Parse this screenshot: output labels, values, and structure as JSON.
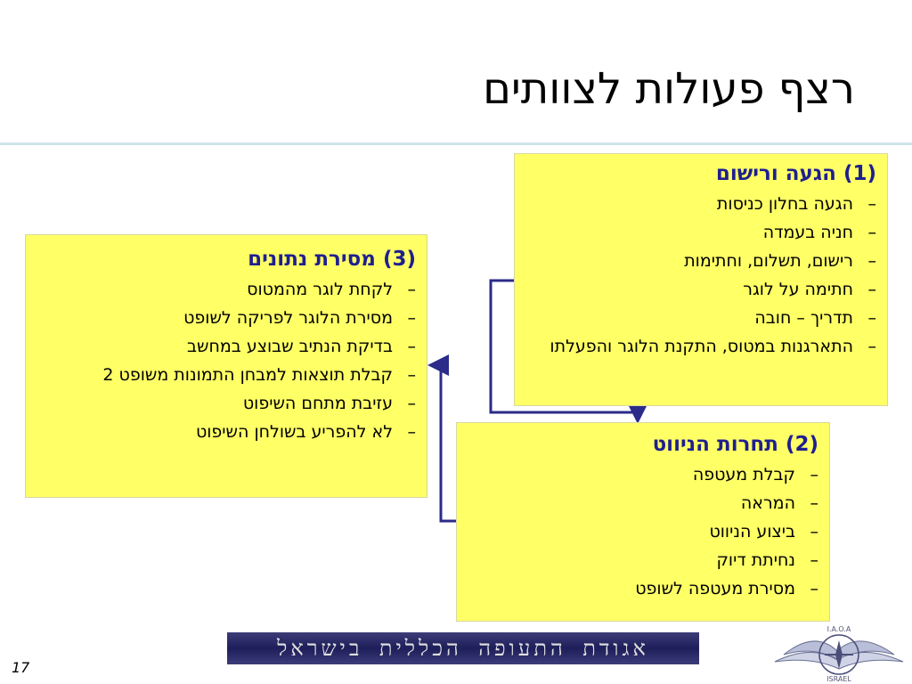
{
  "title": "רצף פעולות לצוותים",
  "box1": {
    "heading": "(1) הגעה ורישום",
    "items": [
      "הגעה בחלון כניסות",
      "חניה בעמדה",
      "רישום, תשלום, וחתימות",
      "חתימה על לוגר",
      "תדריך – חובה",
      "התארגנות במטוס, התקנת הלוגר והפעלתו"
    ]
  },
  "box2": {
    "heading": "(2) תחרות הניווט",
    "items": [
      "קבלת מעטפה",
      "המראה",
      "ביצוע הניווט",
      "נחיתת דיוק",
      "מסירת מעטפה לשופט"
    ]
  },
  "box3": {
    "heading": "(3) מסירת נתונים",
    "items": [
      "לקחת לוגר מהמטוס",
      "מסירת הלוגר לפריקה לשופט",
      "בדיקת הנתיב שבוצע במחשב",
      "קבלת תוצאות למבחן התמונות משופט 2",
      "עזיבת מתחם השיפוט",
      "לא להפריע בשולחן השיפוט"
    ]
  },
  "bullet": "–",
  "page_number": "17",
  "footer_banner": "אגודת התעופה הכללית בישראל",
  "logo": {
    "top_text": "I.A.O.A",
    "bottom_text": "ISRAEL"
  },
  "colors": {
    "box_fill": "#ffff66",
    "heading": "#1f1f8f",
    "arrow": "#2b2b8a",
    "rule": "#cfe2ea"
  }
}
